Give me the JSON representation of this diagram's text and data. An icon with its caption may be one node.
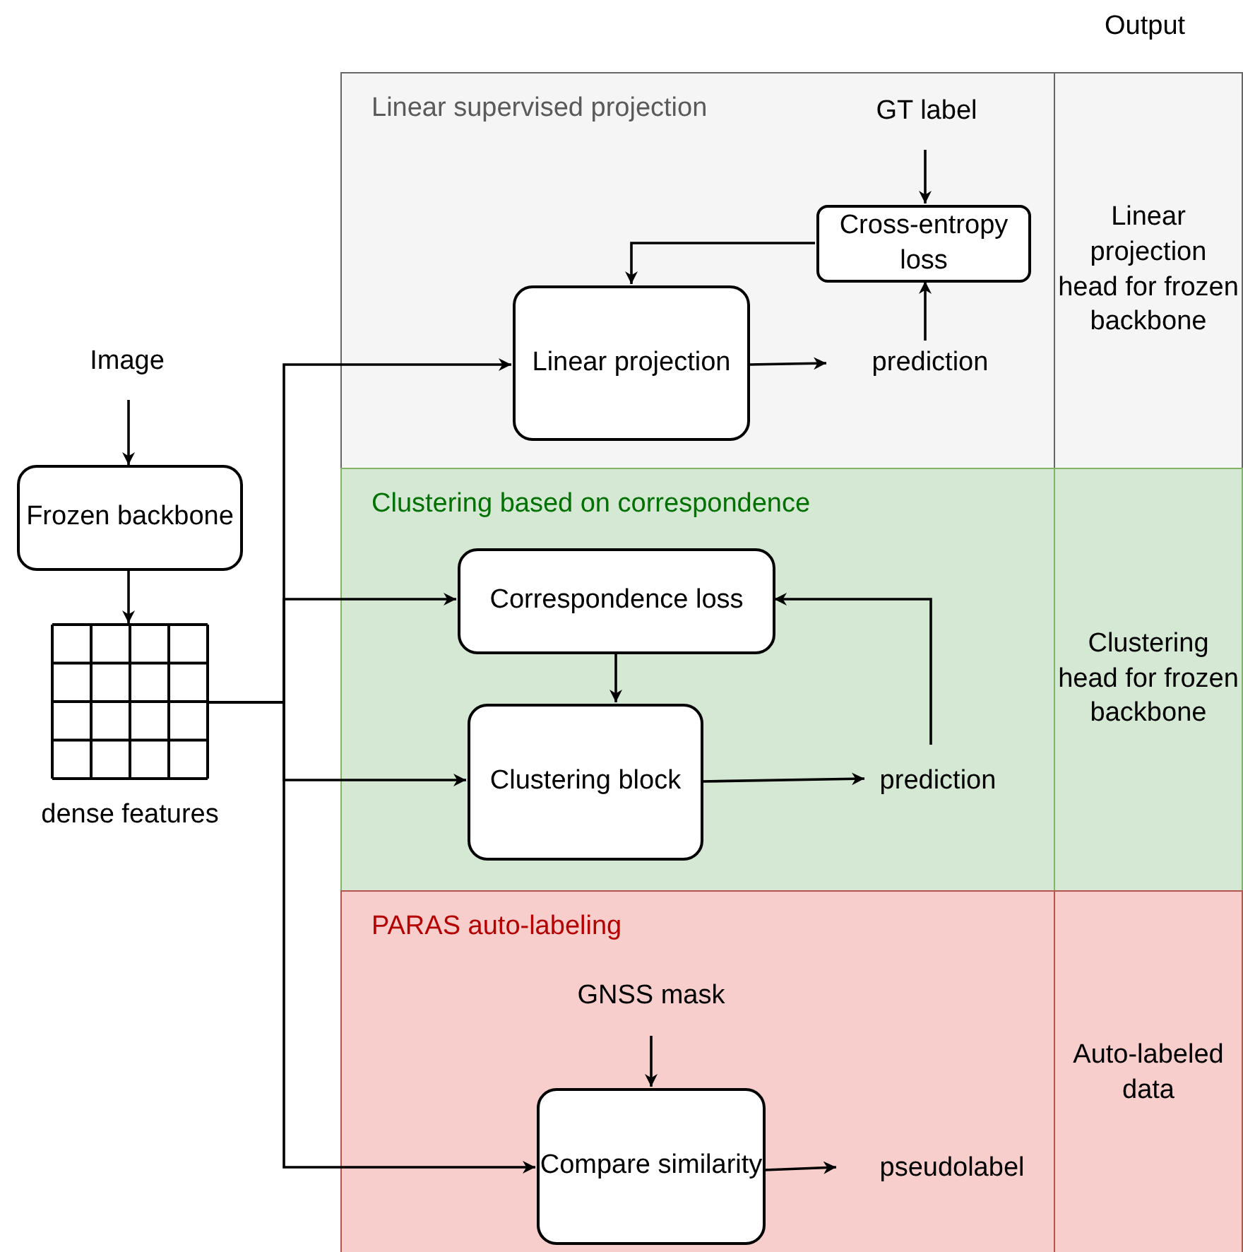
{
  "diagram": {
    "nodes": [
      {
        "text": [
          "Image"
        ]
      },
      {
        "text": [
          "Frozen backbone"
        ]
      },
      {
        "text": [],
        "shape": "grid",
        "beside": [
          "dense features"
        ]
      },
      {
        "text": [
          "Linear supervised projection"
        ]
      },
      {
        "text": [
          "GT label"
        ],
        "in": 3
      },
      {
        "text": [
          "Cross-entropy loss"
        ],
        "in": 3
      },
      {
        "text": [
          "Linear projection"
        ],
        "in": 3
      },
      {
        "text": [
          "prediction"
        ],
        "in": 3
      },
      {
        "text": [
          "Linear projection head for frozen backbone"
        ]
      },
      {
        "text": [
          "Clustering based on correspondence"
        ]
      },
      {
        "text": [
          "Correspondence loss"
        ],
        "in": 9
      },
      {
        "text": [
          "Clustering block"
        ],
        "in": 9
      },
      {
        "text": [
          "prediction"
        ],
        "in": 9
      },
      {
        "text": [
          "Clustering head for frozen backbone"
        ]
      },
      {
        "text": [
          "PARAS auto-labeling"
        ]
      },
      {
        "text": [
          "GNSS mask"
        ],
        "in": 14
      },
      {
        "text": [
          "Compare similarity"
        ],
        "in": 14
      },
      {
        "text": [
          "pseudolabel"
        ],
        "in": 14
      },
      {
        "text": [
          "Auto-labeled data"
        ]
      }
    ],
    "edges": [
      {
        "from": 0,
        "to": 1,
        "arrow": "to"
      },
      {
        "from": 1,
        "to": 2,
        "arrow": "to"
      },
      {
        "from": 2,
        "to": 6,
        "arrow": "to"
      },
      {
        "from": 2,
        "to": 10,
        "arrow": "to"
      },
      {
        "from": 2,
        "to": 11,
        "arrow": "to"
      },
      {
        "from": 2,
        "to": 16,
        "arrow": "to"
      },
      {
        "from": 4,
        "to": 5,
        "arrow": "to"
      },
      {
        "from": 7,
        "to": 5,
        "arrow": "to"
      },
      {
        "from": 5,
        "to": 6,
        "arrow": "to"
      },
      {
        "from": 6,
        "to": 7,
        "arrow": "to"
      },
      {
        "from": 10,
        "to": 11,
        "arrow": "to"
      },
      {
        "from": 11,
        "to": 12,
        "arrow": "to"
      },
      {
        "from": 12,
        "to": 10,
        "arrow": "to"
      },
      {
        "from": 15,
        "to": 16,
        "arrow": "to"
      },
      {
        "from": 16,
        "to": 17,
        "arrow": "to"
      }
    ],
    "labels": [
      "Output"
    ]
  }
}
